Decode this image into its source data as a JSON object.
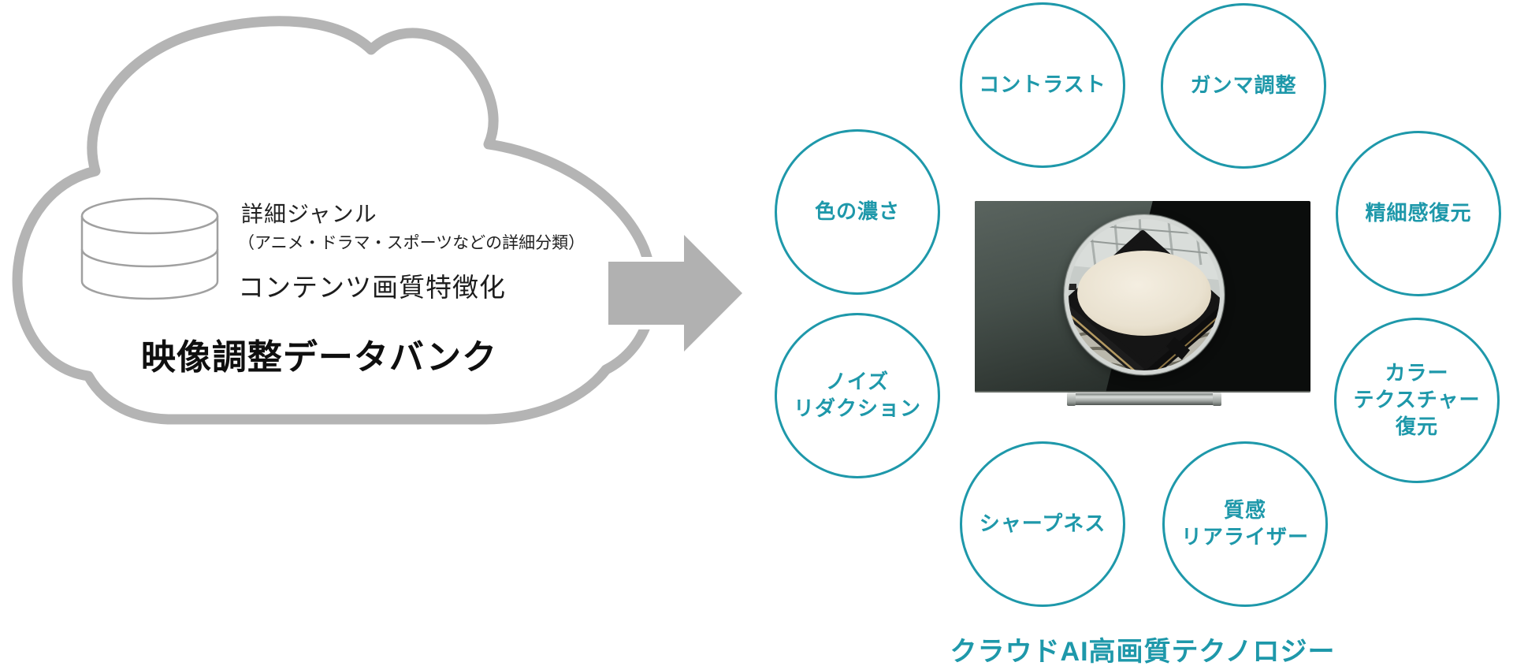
{
  "cloud": {
    "genre_title": "詳細ジャンル",
    "genre_note": "（アニメ・ドラマ・スポーツなどの詳細分類）",
    "feature_label": "コンテンツ画質特徴化",
    "bank_title": "映像調整データバンク"
  },
  "bubbles": [
    {
      "id": "contrast",
      "label": "コントラスト"
    },
    {
      "id": "gamma",
      "label": "ガンマ調整"
    },
    {
      "id": "color-depth",
      "label": "色の濃さ"
    },
    {
      "id": "fine-detail",
      "label": "精細感復元"
    },
    {
      "id": "noise-reduction",
      "label": "ノイズ\nリダクション"
    },
    {
      "id": "color-texture",
      "label": "カラー\nテクスチャー\n復元"
    },
    {
      "id": "sharpness",
      "label": "シャープネス"
    },
    {
      "id": "texture-realizer",
      "label": "質感\nリアライザー"
    }
  ],
  "caption": "クラウドAI高画質テクノロジー",
  "icons": {
    "database": "database-cylinder-icon",
    "arrow": "arrow-right-icon",
    "magnifier": "chip-magnifier-circle"
  },
  "colors": {
    "teal": "#1e98aa",
    "cloud_gray": "#b4b4b4",
    "arrow_gray": "#b1b1b1",
    "db_icon_gray": "#a0a0a0",
    "text_black": "#0f0f0f",
    "tv_dark": "#0b0d0c"
  }
}
